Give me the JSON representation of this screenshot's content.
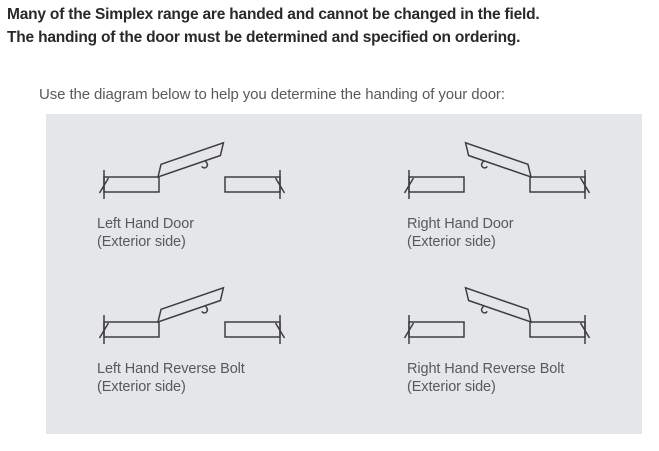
{
  "header": {
    "line1": "Many of the Simplex range are handed and cannot be changed in the field.",
    "line2": "The handing of the door must be determined and specified on ordering."
  },
  "intro": "Use the diagram below to help you determine the handing of your door:",
  "panel": {
    "cells": [
      {
        "title": "Left Hand Door",
        "subtitle": "(Exterior side)",
        "hand": "left"
      },
      {
        "title": "Right Hand Door",
        "subtitle": "(Exterior side)",
        "hand": "right"
      },
      {
        "title": "Left Hand Reverse Bolt",
        "subtitle": "(Exterior side)",
        "hand": "left"
      },
      {
        "title": "Right Hand Reverse Bolt",
        "subtitle": "(Exterior side)",
        "hand": "right"
      }
    ]
  },
  "colors": {
    "panel_background": "#e5e6e8",
    "heading_text": "#29282a",
    "body_text": "#58595b",
    "diagram_stroke": "#3e3e40",
    "page_background": "#ffffff"
  }
}
